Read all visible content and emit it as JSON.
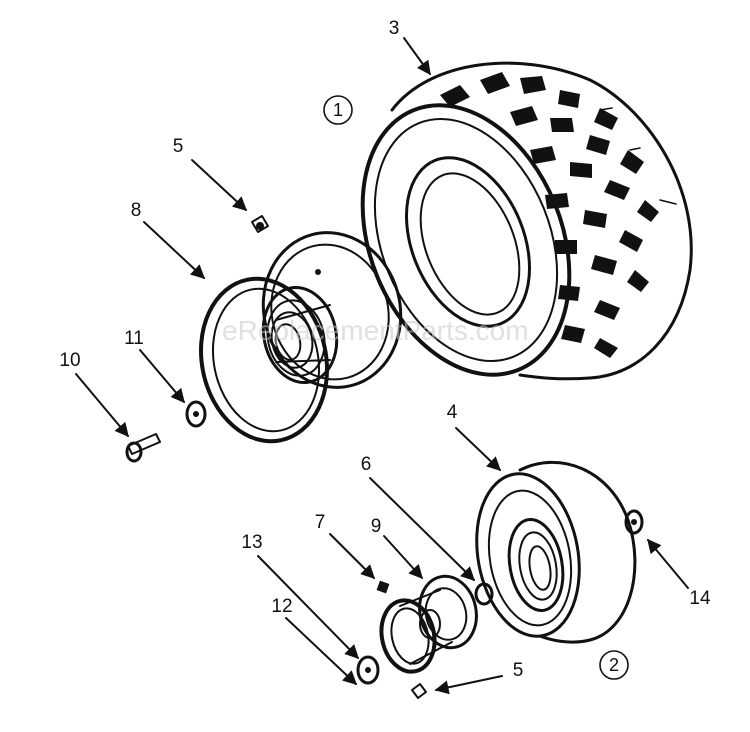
{
  "diagram": {
    "watermark": "eReplacementParts.com",
    "assemblies": [
      "1",
      "2"
    ],
    "callouts": [
      "3",
      "5",
      "8",
      "11",
      "10",
      "4",
      "6",
      "7",
      "9",
      "13",
      "12",
      "5",
      "14"
    ]
  }
}
